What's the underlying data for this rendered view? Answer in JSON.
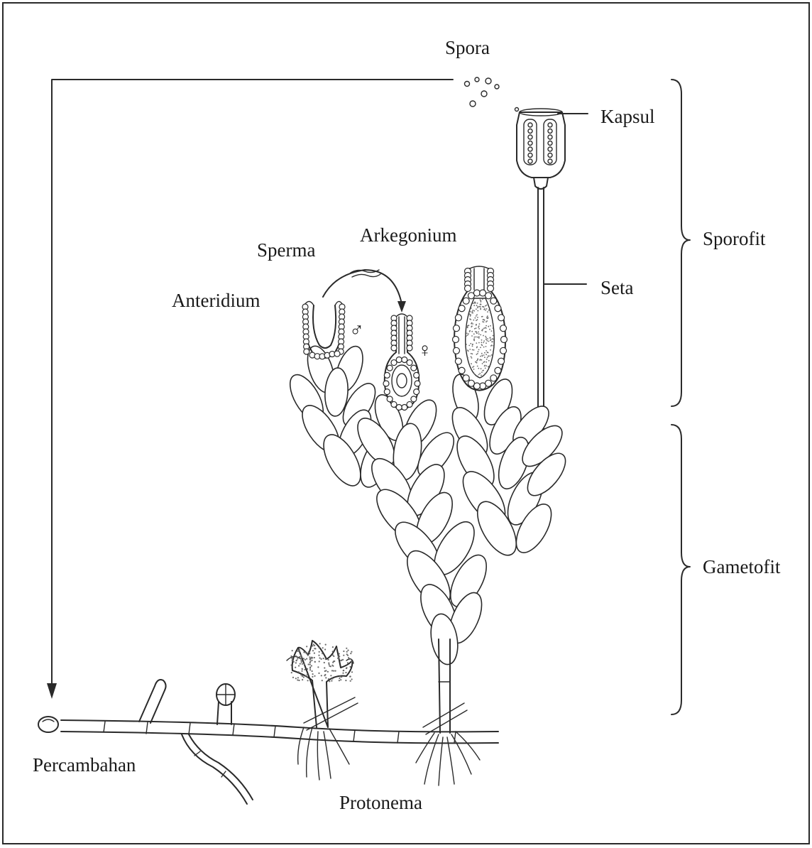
{
  "labels": {
    "spora": "Spora",
    "kapsul": "Kapsul",
    "arkegonium": "Arkegonium",
    "sperma": "Sperma",
    "anteridium": "Anteridium",
    "seta": "Seta",
    "sporofit": "Sporofit",
    "gametofit": "Gametofit",
    "percambahan": "Percambahan",
    "protonema": "Protonema",
    "male_symbol": "♂",
    "female_symbol": "♀"
  },
  "colors": {
    "ink": "#2a2a2a",
    "background": "#ffffff",
    "stipple": "#6a6a6a"
  }
}
